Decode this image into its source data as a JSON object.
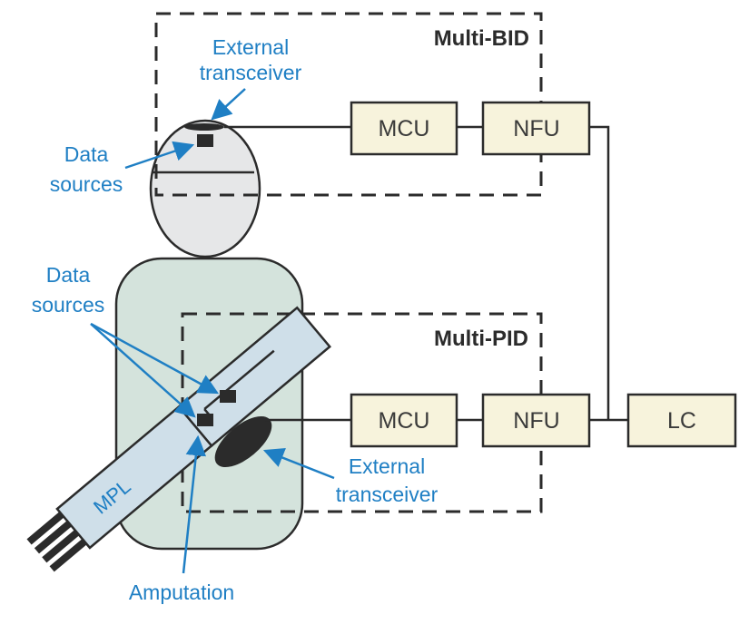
{
  "groups": {
    "bid_title": "Multi-BID",
    "pid_title": "Multi-PID"
  },
  "boxes": {
    "mcu_top": "MCU",
    "nfu_top": "NFU",
    "mcu_bottom": "MCU",
    "nfu_bottom": "NFU",
    "lc": "LC"
  },
  "labels": {
    "ext_top_line1": "External",
    "ext_top_line2": "transceiver",
    "data_top_line1": "Data",
    "data_top_line2": "sources",
    "data_mid_line1": "Data",
    "data_mid_line2": "sources",
    "ext_bottom_line1": "External",
    "ext_bottom_line2": "transceiver",
    "amputation": "Amputation",
    "mpl": "MPL"
  },
  "colors": {
    "label_blue": "#1f7fc4",
    "box_fill": "#f7f3dc",
    "head_fill": "#e6e7e8",
    "body_fill": "#d4e3dc",
    "limb_fill": "#cfdfe9",
    "line": "#2b2b2b"
  }
}
